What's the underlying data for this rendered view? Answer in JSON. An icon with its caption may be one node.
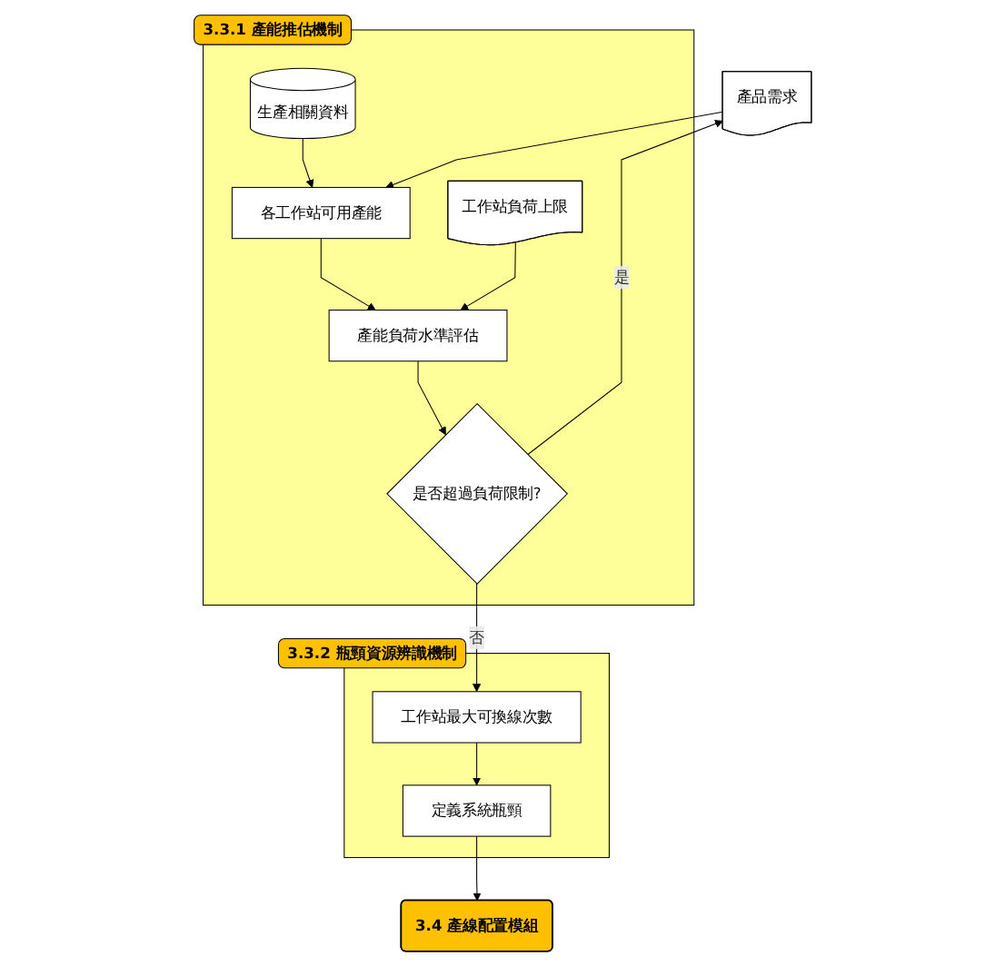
{
  "diagram": {
    "nodes": [
      {
        "text": [
          "產品需求"
        ]
      },
      {
        "text": [
          "3.3.1 產能推估機制"
        ]
      },
      {
        "text": [
          "各工作站可用產能"
        ],
        "in": 1
      },
      {
        "text": [
          "生產相關資料"
        ],
        "in": 1
      },
      {
        "text": [
          "產能負荷水準評估"
        ],
        "in": 1
      },
      {
        "text": [
          "工作站負荷上限"
        ],
        "in": 1
      },
      {
        "text": [
          "是否超過負荷限制?"
        ],
        "in": 1
      },
      {
        "text": [
          "3.3.2 瓶頸資源辨識機制"
        ]
      },
      {
        "text": [
          "工作站最大可換線次數"
        ],
        "in": 7
      },
      {
        "text": [
          "定義系統瓶頸"
        ],
        "in": 7
      },
      {
        "text": [
          "3.4 產線配置模組"
        ]
      }
    ],
    "edges": [
      {
        "from": 0,
        "to": 2,
        "arrow": "to"
      },
      {
        "from": 3,
        "to": 2,
        "arrow": "to"
      },
      {
        "from": 2,
        "to": 4,
        "arrow": "to"
      },
      {
        "from": 5,
        "to": 4,
        "arrow": "to"
      },
      {
        "from": 4,
        "to": 6,
        "arrow": "to"
      },
      {
        "from": 6,
        "to": 0,
        "arrow": "to",
        "label": "是"
      },
      {
        "from": 6,
        "to": 8,
        "arrow": "to",
        "label": "否"
      },
      {
        "from": 8,
        "to": 9,
        "arrow": "to"
      },
      {
        "from": 9,
        "to": 10,
        "arrow": "to"
      }
    ]
  }
}
